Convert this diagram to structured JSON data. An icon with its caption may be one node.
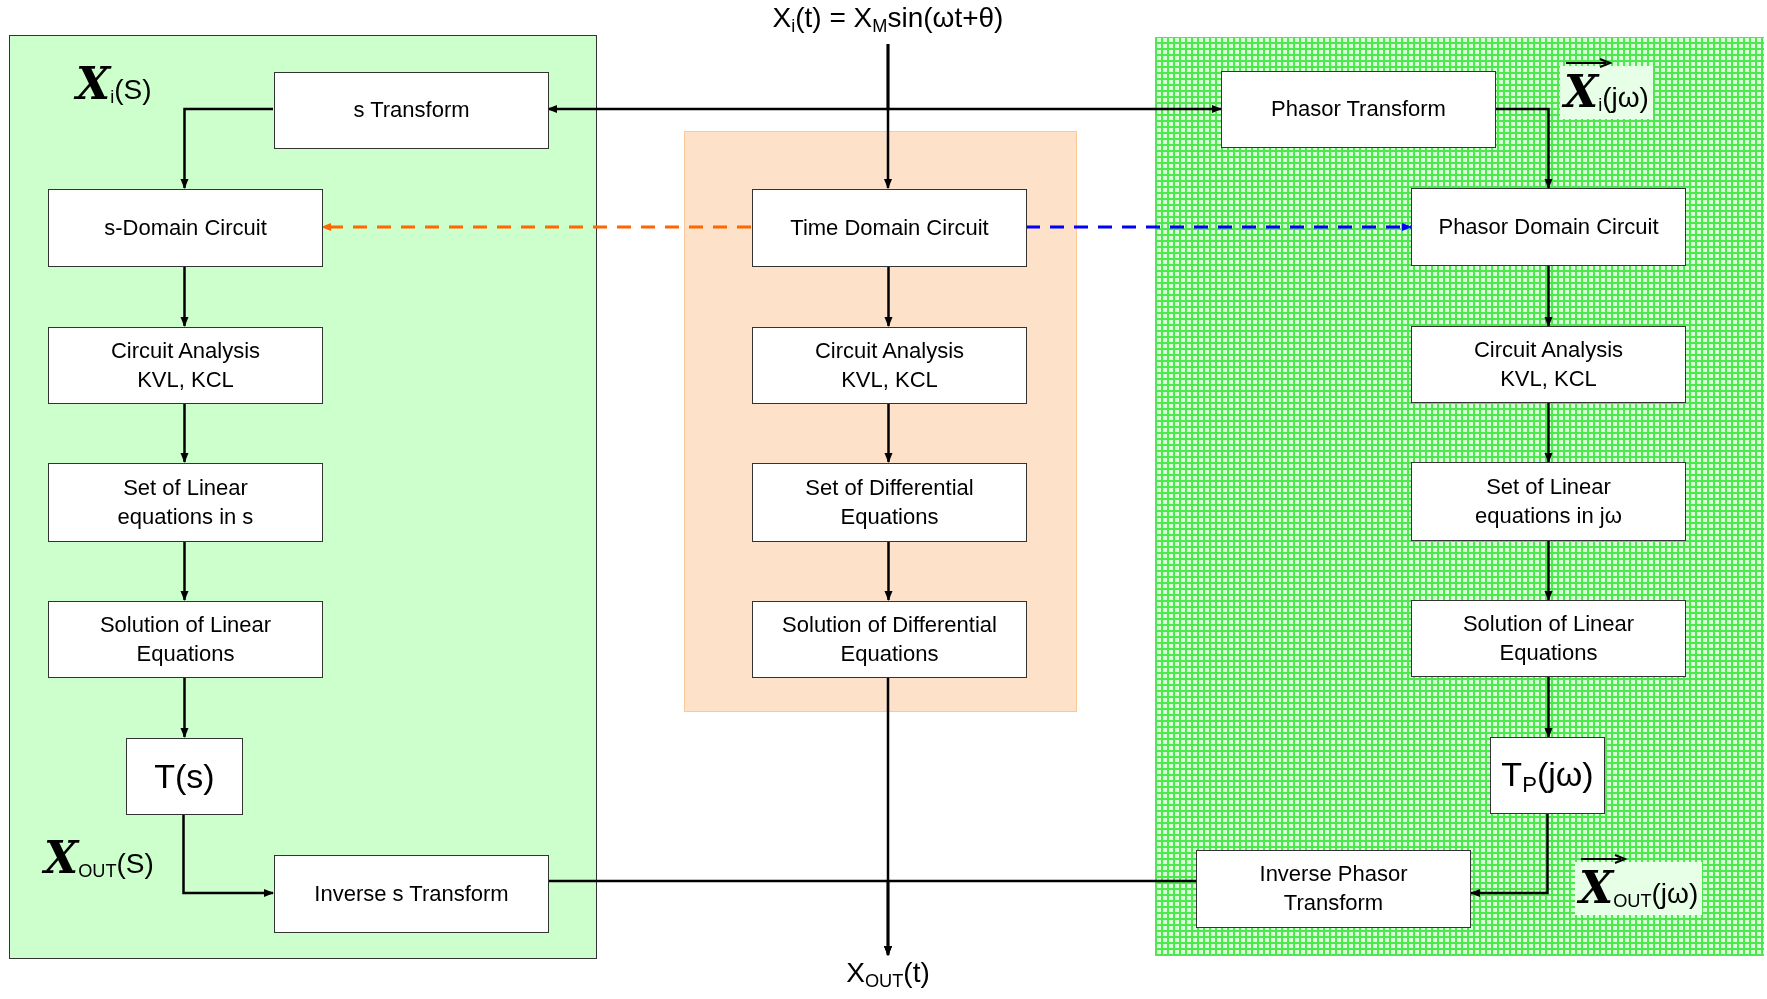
{
  "diagram": {
    "nodes": [
      {
        "text": [
          "X$_{i}$(t) = X$_{M}$sin(ωt+θ)"
        ]
      },
      {
        "text": [],
        "shape": "box"
      },
      {
        "text": [
          "s Transform"
        ],
        "in": 1
      },
      {
        "text": [
          "s-Domain Circuit"
        ],
        "in": 1
      },
      {
        "text": [
          "Circuit Analysis KVL, KCL"
        ],
        "in": 1
      },
      {
        "text": [
          "Set of Linear equations in s"
        ],
        "in": 1
      },
      {
        "text": [
          "Solution of Linear Equations"
        ],
        "in": 1
      },
      {
        "text": [
          "T(s)"
        ],
        "in": 1
      },
      {
        "text": [
          "Inverse s Transform"
        ],
        "in": 1
      },
      {
        "text": [],
        "shape": "box"
      },
      {
        "text": [
          "Time Domain Circuit"
        ],
        "in": 9
      },
      {
        "text": [
          "Circuit Analysis KVL, KCL"
        ],
        "in": 9
      },
      {
        "text": [
          "Set of Differential Equations"
        ],
        "in": 9
      },
      {
        "text": [
          "Solution of Differential Equations"
        ],
        "in": 9
      },
      {
        "text": [],
        "shape": "box"
      },
      {
        "text": [
          "Phasor Transform"
        ],
        "in": 14
      },
      {
        "text": [
          "Phasor Domain Circuit"
        ],
        "in": 14
      },
      {
        "text": [
          "Circuit Analysis KVL, KCL"
        ],
        "in": 14
      },
      {
        "text": [
          "Set of Linear equations in jω"
        ],
        "in": 14
      },
      {
        "text": [
          "Solution of Linear Equations"
        ],
        "in": 14
      },
      {
        "text": [
          "T$_{P}$(jω)"
        ],
        "in": 14
      },
      {
        "text": [
          "Inverse Phasor Transform"
        ],
        "in": 14
      },
      {
        "text": [
          "X$_{OUT}$(t)"
        ]
      }
    ],
    "edges": [
      {
        "from": 0,
        "to": 10,
        "arrow": "to"
      },
      {
        "from": 0,
        "to": 2,
        "arrow": "to"
      },
      {
        "from": 0,
        "to": 15,
        "arrow": "to"
      },
      {
        "from": 2,
        "to": 3,
        "arrow": "to"
      },
      {
        "from": 15,
        "to": 16,
        "arrow": "to"
      },
      {
        "from": 10,
        "to": 3,
        "arrow": "to",
        "style": "dashed",
        "color": "#ff6600"
      },
      {
        "from": 10,
        "to": 16,
        "arrow": "to",
        "style": "dashed",
        "color": "#0000ff"
      },
      {
        "from": 3,
        "to": 4,
        "arrow": "to"
      },
      {
        "from": 4,
        "to": 5,
        "arrow": "to"
      },
      {
        "from": 5,
        "to": 6,
        "arrow": "to"
      },
      {
        "from": 6,
        "to": 7,
        "arrow": "to"
      },
      {
        "from": 7,
        "to": 8,
        "arrow": "to"
      },
      {
        "from": 10,
        "to": 11,
        "arrow": "to"
      },
      {
        "from": 11,
        "to": 12,
        "arrow": "to"
      },
      {
        "from": 12,
        "to": 13,
        "arrow": "to"
      },
      {
        "from": 13,
        "to": 22,
        "arrow": "to"
      },
      {
        "from": 16,
        "to": 17,
        "arrow": "to"
      },
      {
        "from": 17,
        "to": 18,
        "arrow": "to"
      },
      {
        "from": 18,
        "to": 19,
        "arrow": "to"
      },
      {
        "from": 19,
        "to": 20,
        "arrow": "to"
      },
      {
        "from": 20,
        "to": 21,
        "arrow": "to"
      },
      {
        "from": 8,
        "to": 22,
        "arrow": "to"
      },
      {
        "from": 21,
        "to": 22,
        "arrow": "to"
      }
    ],
    "labels": [
      "**X**$_{i}$(S)",
      "**X**$_{OUT}$(S)",
      "**X**$_{i}$(jω)",
      "**X**$_{OUT}$(jω)"
    ]
  }
}
